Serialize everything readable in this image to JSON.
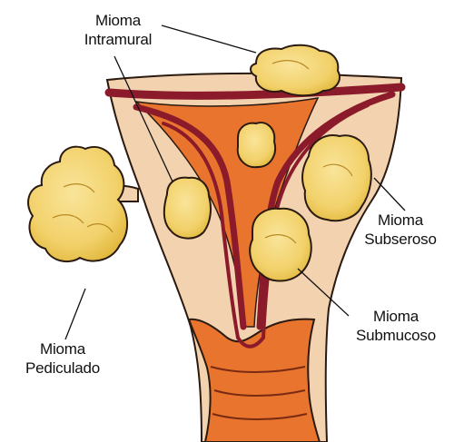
{
  "labels": {
    "intramural": {
      "line1": "Mioma",
      "line2": "Intramural"
    },
    "subseroso": {
      "line1": "Mioma",
      "line2": "Subseroso"
    },
    "submucoso": {
      "line1": "Mioma",
      "line2": "Submucoso"
    },
    "pediculado": {
      "line1": "Mioma",
      "line2": "Pediculado"
    }
  },
  "colors": {
    "uterus_wall": "#F3D2B0",
    "cavity": "#E8742E",
    "vessel": "#8B1A2B",
    "myoma_fill": "#F2D16A",
    "outline": "#2a1a10"
  }
}
